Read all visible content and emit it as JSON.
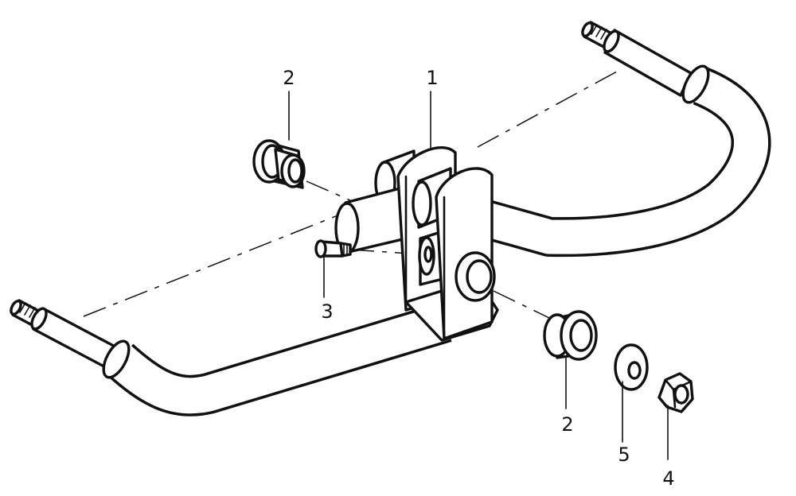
{
  "callouts": {
    "part_1": "1",
    "part_2_upper": "2",
    "part_3": "3",
    "part_2_lower": "2",
    "part_5": "5",
    "part_4": "4"
  }
}
